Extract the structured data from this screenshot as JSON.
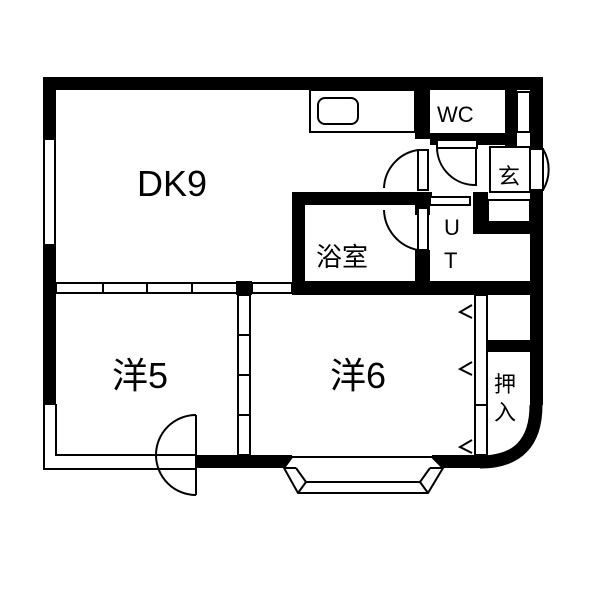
{
  "floorplan": {
    "wall_color": "#000000",
    "background": "#ffffff",
    "rooms": {
      "dk": {
        "label": "DK9",
        "type": "dining-kitchen",
        "size_jo": 9
      },
      "western_a": {
        "label": "洋5",
        "type": "western-room",
        "size_jo": 5
      },
      "western_b": {
        "label": "洋6",
        "type": "western-room",
        "size_jo": 6
      },
      "bath": {
        "label": "浴室",
        "type": "bathroom"
      },
      "wc": {
        "label": "WC",
        "type": "toilet"
      },
      "entrance": {
        "label": "玄",
        "type": "entrance"
      },
      "utility": {
        "label_u": "U",
        "label_t": "T",
        "type": "utility"
      },
      "closet": {
        "label_1": "押",
        "label_2": "入",
        "type": "closet"
      }
    }
  }
}
